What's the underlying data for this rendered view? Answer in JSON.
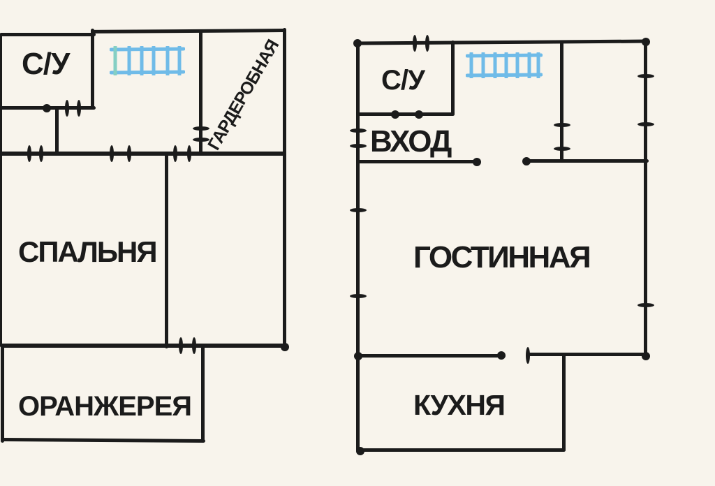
{
  "theme": {
    "background": "#f8f4ec",
    "ink": "#1b1b1b",
    "stairs_blue": "#6fbbe8",
    "stairs_teal": "#85cfc4"
  },
  "plans": [
    {
      "id": "floor-plan-left",
      "rooms": [
        {
          "name": "bathroom",
          "label": "С/У"
        },
        {
          "name": "wardrobe",
          "label": "ГАРДЕРОБНАЯ"
        },
        {
          "name": "bedroom",
          "label": "СПАЛЬНЯ"
        },
        {
          "name": "orangery",
          "label": "ОРАНЖЕРЕЯ"
        }
      ],
      "icons": [
        {
          "name": "stairs-icon",
          "rungs": 6
        }
      ]
    },
    {
      "id": "floor-plan-right",
      "rooms": [
        {
          "name": "bathroom",
          "label": "С/У"
        },
        {
          "name": "entrance",
          "label": "ВХОД"
        },
        {
          "name": "living-room",
          "label": "ГОСТИННАЯ"
        },
        {
          "name": "kitchen",
          "label": "КУХНЯ"
        }
      ],
      "icons": [
        {
          "name": "stairs-icon",
          "rungs": 7
        }
      ]
    }
  ]
}
